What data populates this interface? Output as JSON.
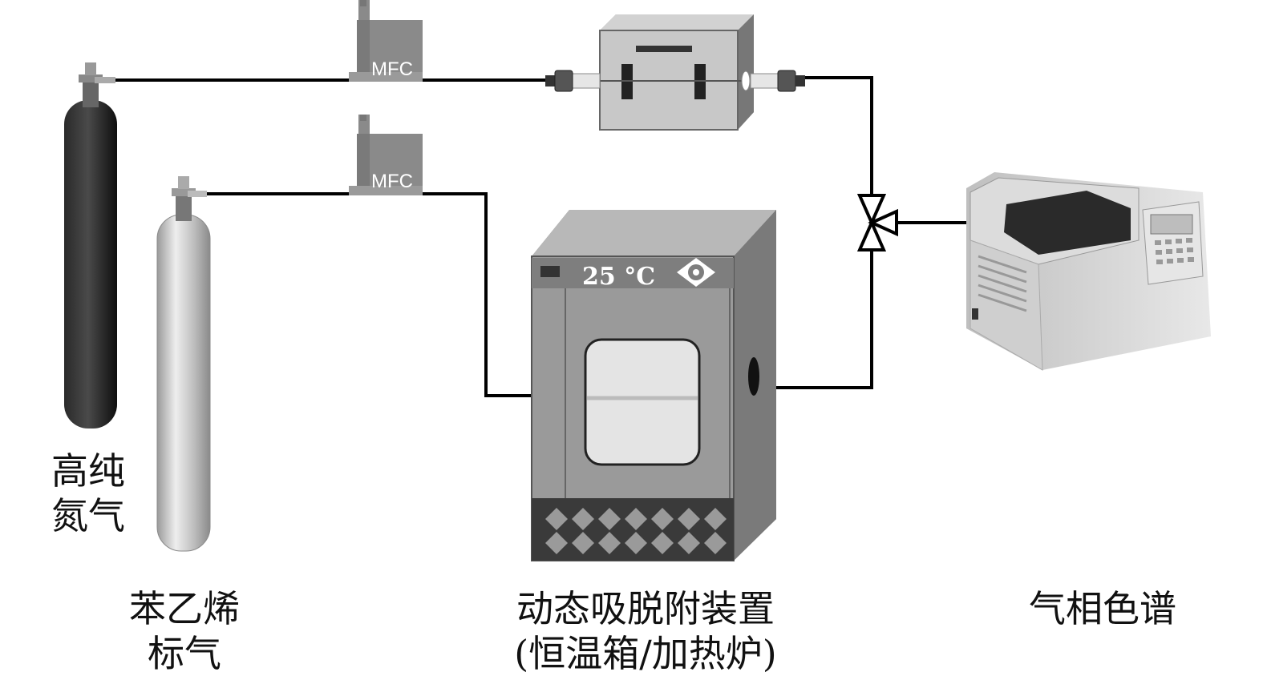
{
  "labels": {
    "nitrogen": {
      "line1": "高纯",
      "line2": "氮气"
    },
    "styrene": {
      "line1": "苯乙烯",
      "line2": "标气"
    },
    "apparatus": {
      "line1": "动态吸脱附装置",
      "line2": "(恒温箱/加热炉)"
    },
    "gc": {
      "line1": "气相色谱"
    }
  },
  "mfc_top": {
    "text": "MFC"
  },
  "mfc_bottom": {
    "text": "MFC"
  },
  "oven": {
    "temperature": "25 °C"
  },
  "colors": {
    "line": "#000000",
    "device_gray": "#8a8a8a",
    "device_light": "#c8c8c8",
    "cylinder_dark": "#1c1c1c",
    "cylinder_silver": "#c4c4c4"
  }
}
